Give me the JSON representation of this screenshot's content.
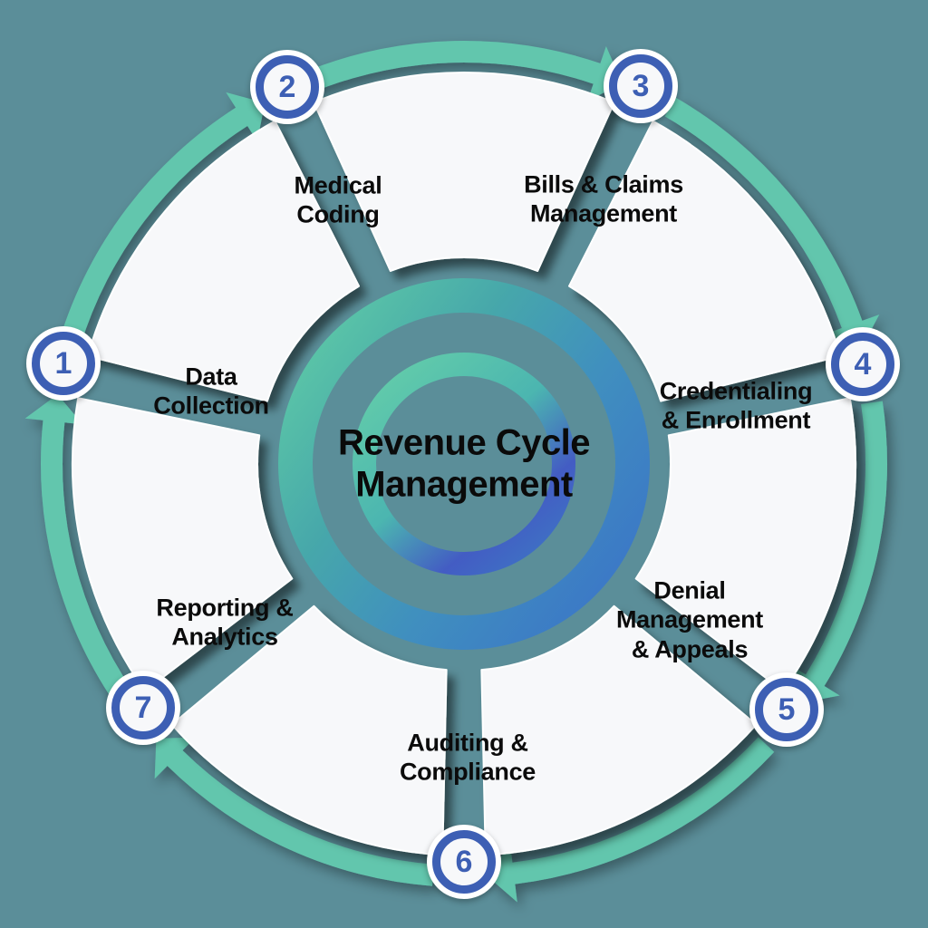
{
  "diagram": {
    "title": "Revenue Cycle Management",
    "background_color": "#5b8e99",
    "arrow_color": "#62c6ad",
    "badge_ring_color": "#3d5fb4",
    "badge_fill_color": "#ffffff",
    "segment_fill_color": "#f7f8fa",
    "center_gradient_from": "#5cc9a7",
    "center_gradient_to": "#3a7bc8",
    "label_color": "#0b0b0b",
    "step_count": 7
  },
  "steps": [
    {
      "number": "1",
      "label": "Data\nCollection"
    },
    {
      "number": "2",
      "label": "Medical\nCoding"
    },
    {
      "number": "3",
      "label": "Bills & Claims\nManagement"
    },
    {
      "number": "4",
      "label": "Credentialing\n& Enrollment"
    },
    {
      "number": "5",
      "label": "Denial\nManagement\n& Appeals"
    },
    {
      "number": "6",
      "label": "Auditing &\nCompliance"
    },
    {
      "number": "7",
      "label": "Reporting &\nAnalytics"
    }
  ]
}
